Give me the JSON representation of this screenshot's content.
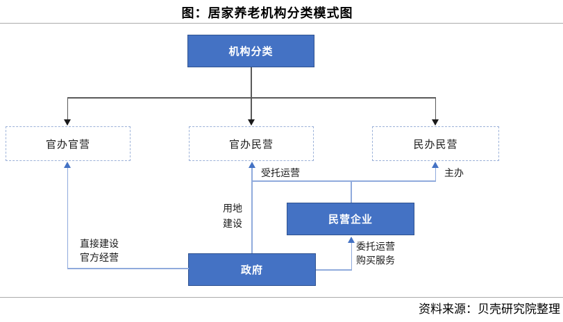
{
  "title": "图：居家养老机构分类模式图",
  "source": "资料来源：贝壳研究院整理",
  "diagram": {
    "root": "机构分类",
    "category_left": "官办官营",
    "category_middle": "官办民营",
    "category_right": "民办民营",
    "enterprise": "民营企业",
    "government": "政府",
    "labels": {
      "entrusted_operation": "受托运营",
      "host": "主办",
      "land_construction": "用地\n建设",
      "direct_build_official_run": "直接建设\n官方经营",
      "commission_purchase": "委托运营\n购买服务"
    }
  },
  "colors": {
    "solid_box_fill": "#4472C4",
    "solid_box_border": "#2F528F",
    "dashed_box_border": "#9AB0D8",
    "tree_line": "#595959",
    "connector_line": "#8FAADC",
    "arrowhead_blue": "#4472C4",
    "separator": "#ABABAB"
  }
}
